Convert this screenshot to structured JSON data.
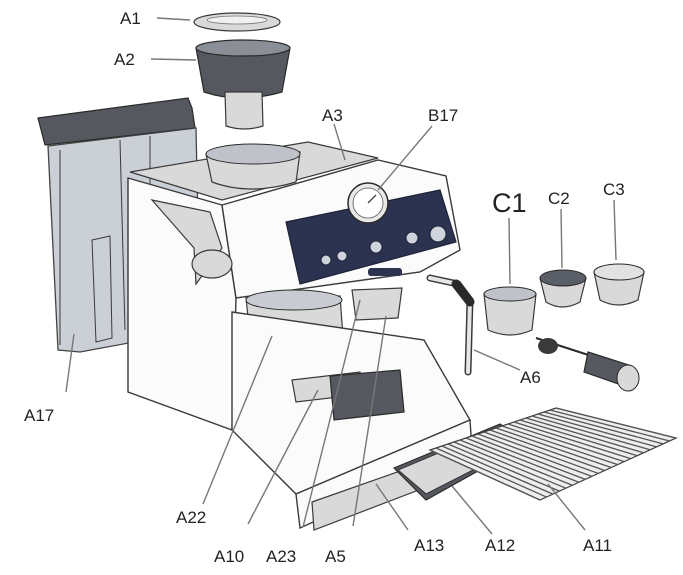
{
  "labels": {
    "a1": "A1",
    "a2": "A2",
    "a3": "A3",
    "b17": "B17",
    "c1": "C1",
    "c2": "C2",
    "c3": "C3",
    "a17": "A17",
    "a6": "A6",
    "a22": "A22",
    "a10": "A10",
    "a23": "A23",
    "a5": "A5",
    "a13": "A13",
    "a12": "A12",
    "a11": "A11"
  },
  "colors": {
    "control_panel": "#2b3350",
    "tank": "#c9cdd4",
    "metal": "#d9d9d9",
    "outline": "#3a3a3a"
  }
}
